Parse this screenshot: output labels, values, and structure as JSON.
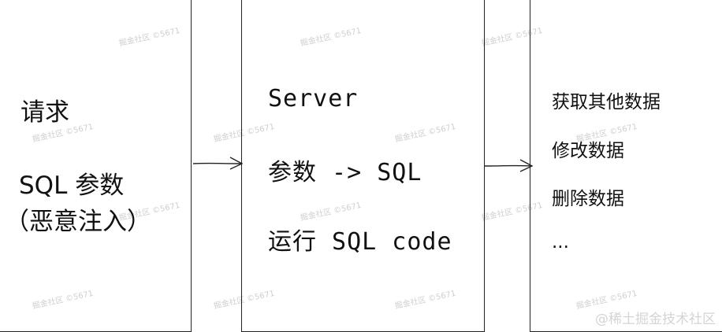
{
  "left": {
    "request": "请求",
    "sql_param": "SQL 参数",
    "injection": "（恶意注入）"
  },
  "middle": {
    "server": "Server",
    "param_to_sql": "参数 -> SQL",
    "run_sql": "运行 SQL code"
  },
  "right": {
    "items": [
      "获取其他数据",
      "修改数据",
      "删除数据",
      "..."
    ]
  },
  "watermark": {
    "tile": "掘金社区 ©5671",
    "footer": "@稀土掘金技术社区"
  }
}
